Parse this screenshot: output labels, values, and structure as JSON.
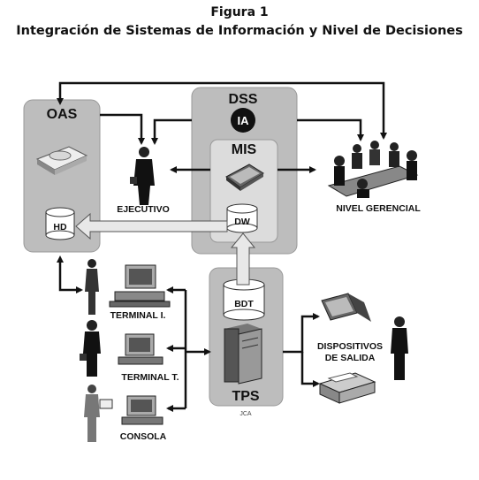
{
  "figure": {
    "label": "Figura 1",
    "title": "Integración de Sistemas de Información y Nivel de Decisiones"
  },
  "boxes": {
    "oas": "OAS",
    "dss": "DSS",
    "ia": "IA",
    "mis": "MIS",
    "tps": "TPS",
    "hd": "HD",
    "dw": "DW",
    "bdt": "BDT"
  },
  "nodes": {
    "ejecutivo": "EJECUTIVO",
    "nivel_gerencial": "NIVEL GERENCIAL",
    "terminal_i": "TERMINAL I.",
    "terminal_t": "TERMINAL T.",
    "consola": "CONSOLA",
    "dispositivos_line1": "DISPOSITIVOS",
    "dispositivos_line2": "DE SALIDA",
    "credit": "JCA"
  },
  "colors": {
    "box_fill": "#bdbdbd",
    "inner_fill": "#dcdcdc",
    "arrow": "#111111",
    "hollow_arrow_fill": "#e8e8e8"
  }
}
